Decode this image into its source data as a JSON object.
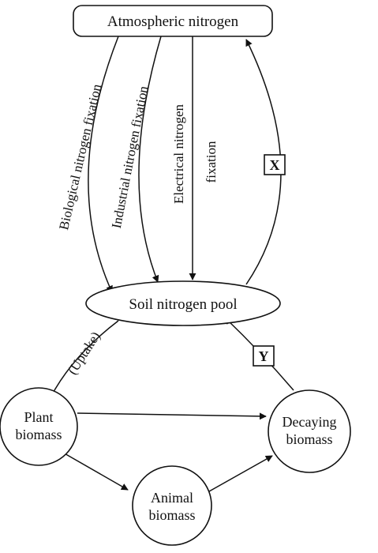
{
  "nodes": {
    "atmospheric": "Atmospheric nitrogen",
    "soil_pool": "Soil nitrogen pool",
    "plant": [
      "Plant",
      "biomass"
    ],
    "decaying": [
      "Decaying",
      "biomass"
    ],
    "animal": [
      "Animal",
      "biomass"
    ]
  },
  "edges": {
    "biological": "Biological nitrogen fixation",
    "industrial": "Industrial nitrogen fixation",
    "electrical": [
      "Electrical nitrogen",
      "fixation"
    ],
    "uptake": "(Uptake)"
  },
  "tags": {
    "x": "X",
    "y": "Y"
  }
}
